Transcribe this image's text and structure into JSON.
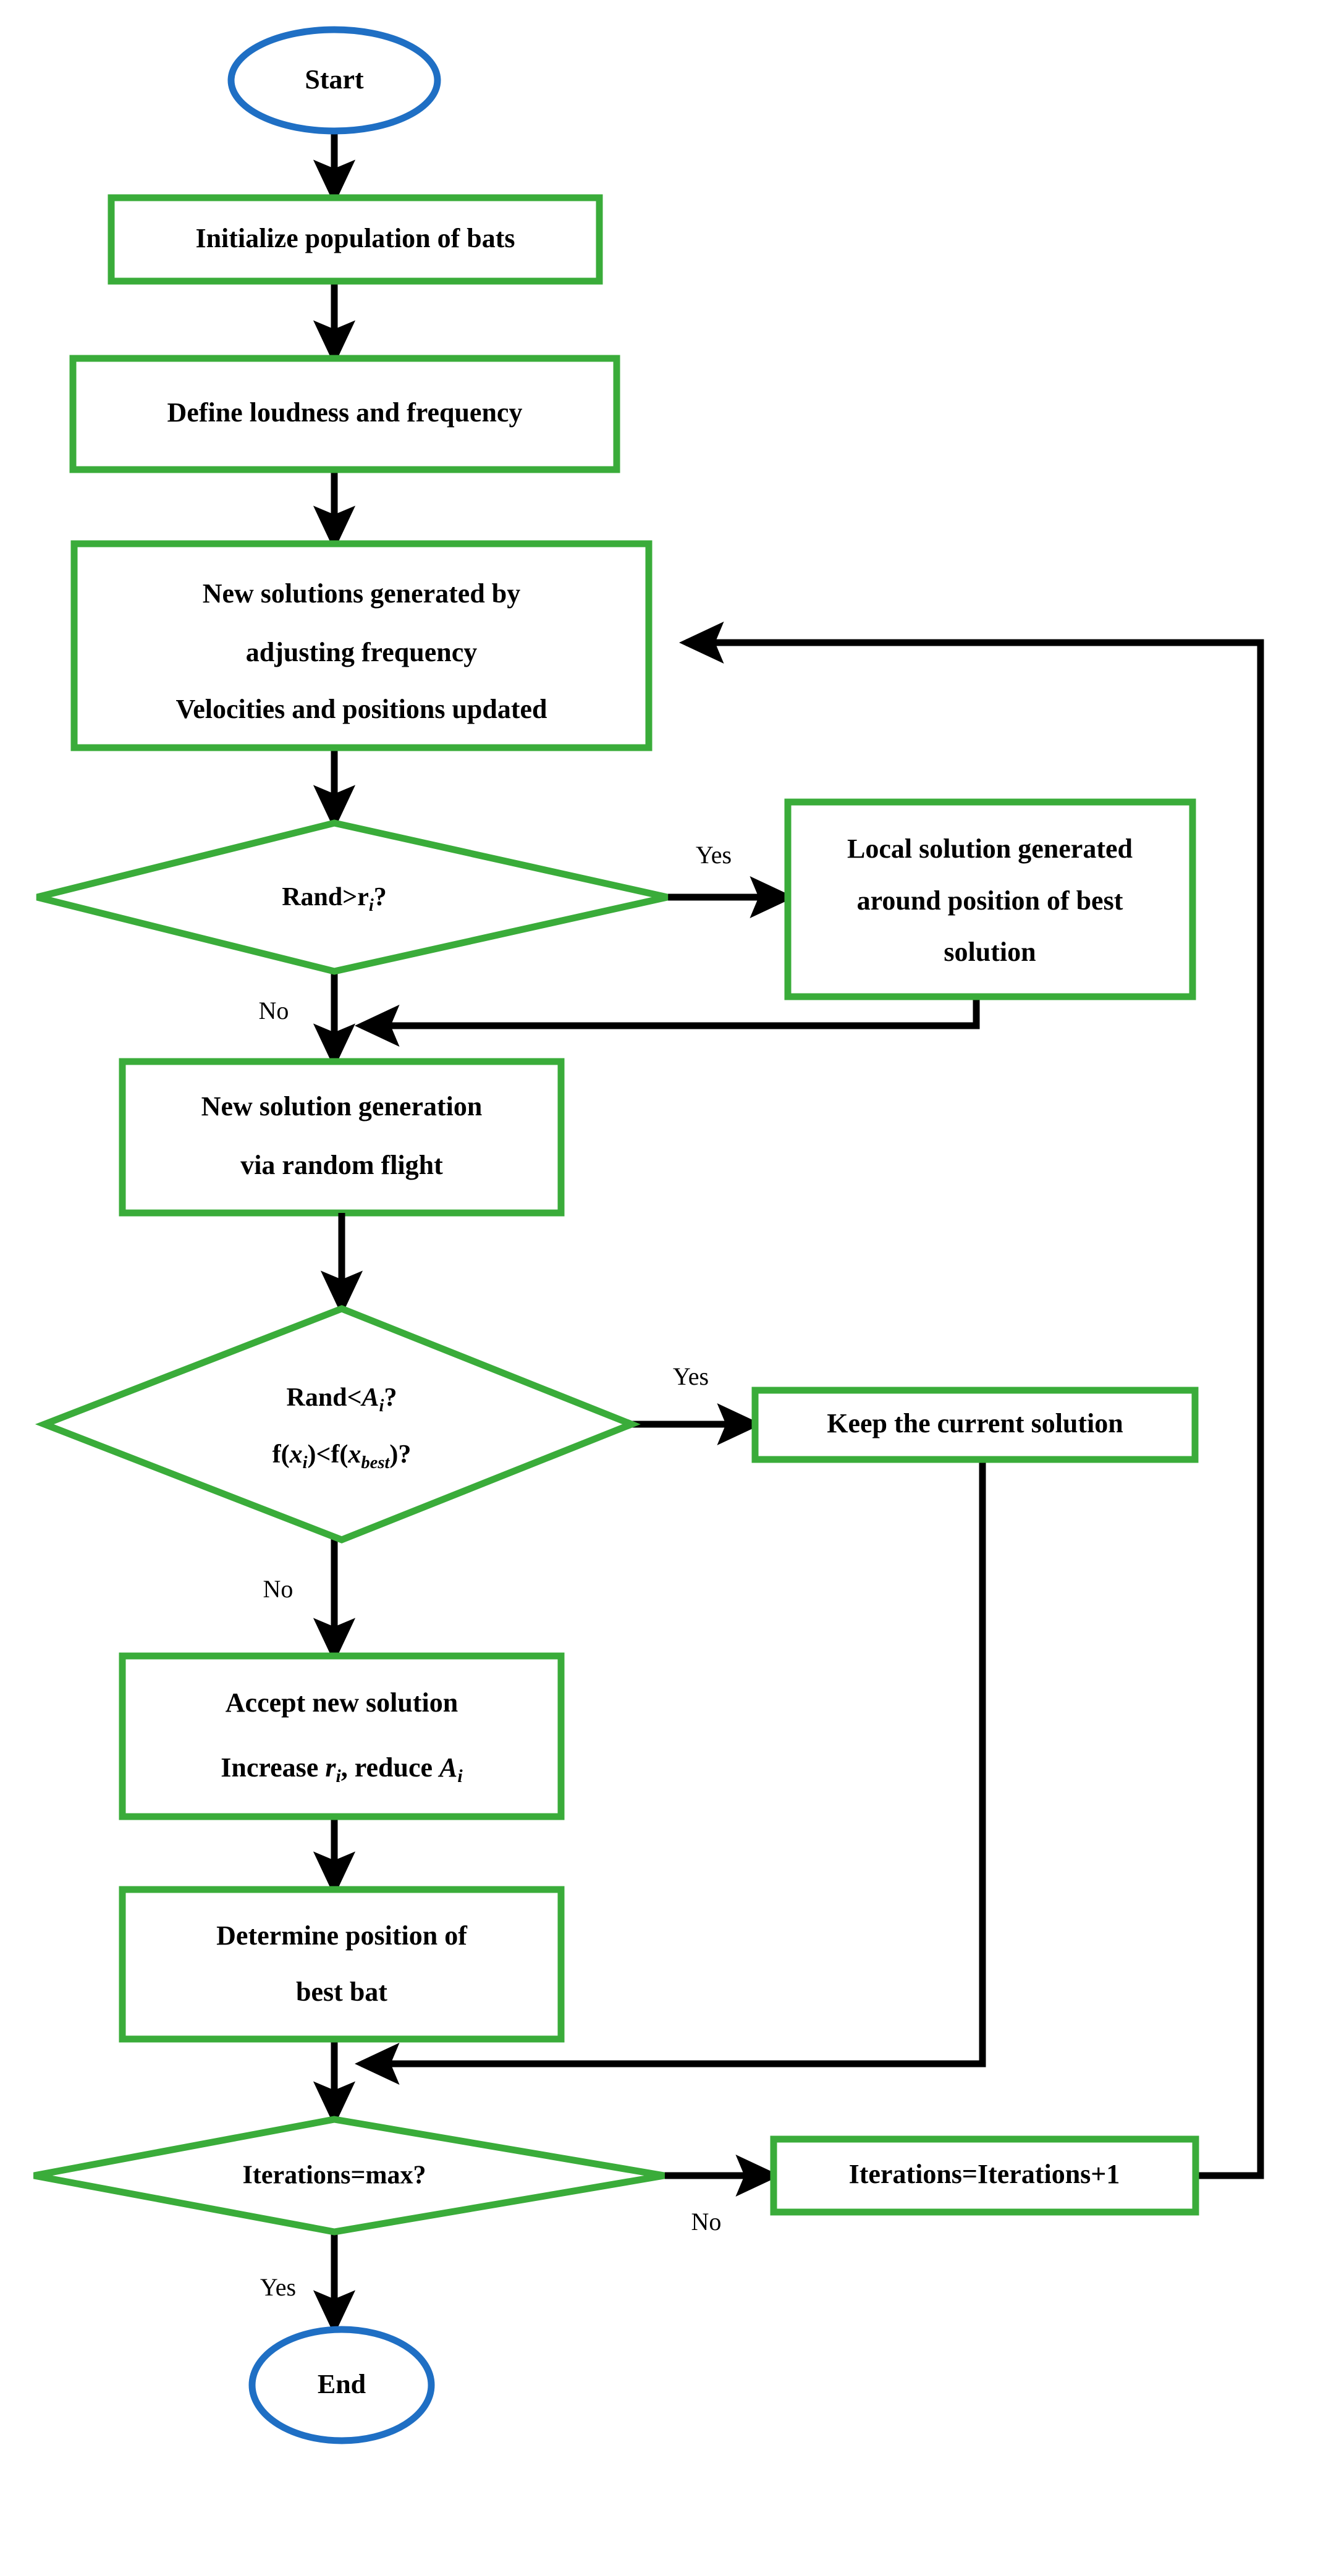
{
  "diagram": {
    "title": "Bat Algorithm Flowchart",
    "colors": {
      "terminal_stroke": "#1f6fc4",
      "process_stroke": "#3aac3a",
      "decision_stroke": "#3aac3a",
      "connector": "#000000",
      "text": "#000000",
      "background": "#ffffff"
    },
    "nodes": {
      "start": {
        "label": "Start",
        "shape": "ellipse"
      },
      "init_population": {
        "label": "Initialize population of bats",
        "shape": "process"
      },
      "define_loudness": {
        "label": "Define loudness and frequency",
        "shape": "process"
      },
      "new_solutions": {
        "line1": "New solutions generated by",
        "line2": "adjusting frequency",
        "line3": "Velocities and positions updated",
        "shape": "process"
      },
      "decision_rand_r": {
        "prefix": "Rand>r",
        "subscript": "i",
        "suffix": "?",
        "shape": "decision"
      },
      "local_solution": {
        "line1": "Local solution generated",
        "line2": "around position of best",
        "line3": "solution",
        "shape": "process"
      },
      "random_flight": {
        "line1": "New solution generation",
        "line2": "via random flight",
        "shape": "process"
      },
      "decision_rand_a": {
        "line1_prefix": "Rand<",
        "line1_var": "A",
        "line1_sub": "i",
        "line1_suffix": "?",
        "line2_a": "f(",
        "line2_x1": "x",
        "line2_sub1": "i",
        "line2_b": ")<f(",
        "line2_x2": "x",
        "line2_sub2": "best",
        "line2_c": ")?",
        "shape": "decision"
      },
      "keep_current": {
        "label": "Keep the current solution",
        "shape": "process"
      },
      "accept_new": {
        "line1": "Accept new solution",
        "line2_a": "Increase ",
        "line2_var1": "r",
        "line2_sub1": "i",
        "line2_b": ", reduce ",
        "line2_var2": "A",
        "line2_sub2": "i",
        "shape": "process"
      },
      "determine_best": {
        "line1": "Determine position of",
        "line2": "best bat",
        "shape": "process"
      },
      "decision_iterations": {
        "label": "Iterations=max?",
        "shape": "decision"
      },
      "increment_iterations": {
        "label": "Iterations=Iterations+1",
        "shape": "process"
      },
      "end": {
        "label": "End",
        "shape": "ellipse"
      }
    },
    "edge_labels": {
      "rand_r_yes": "Yes",
      "rand_r_no": "No",
      "rand_a_yes": "Yes",
      "rand_a_no": "No",
      "iterations_no": "No",
      "iterations_yes": "Yes"
    }
  }
}
